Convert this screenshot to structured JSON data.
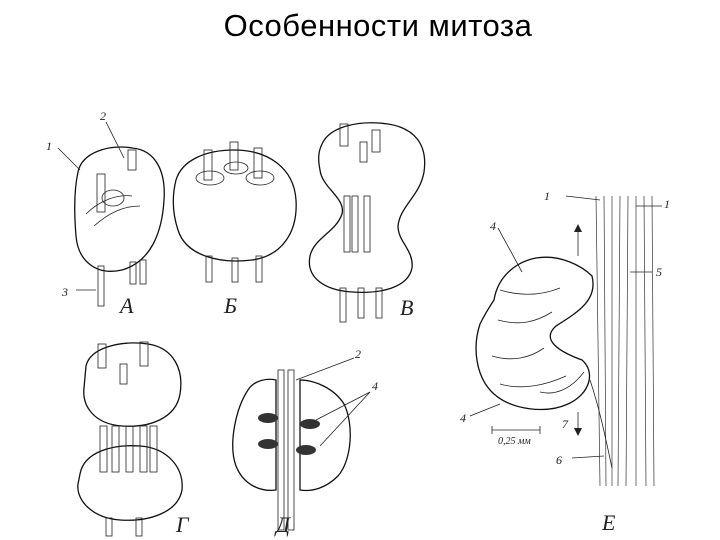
{
  "title": "Особенности митоза",
  "panels": {
    "a": "А",
    "b": "Б",
    "v": "В",
    "g": "Г",
    "d": "Д",
    "e": "Е"
  },
  "numbers": {
    "a_1": "1",
    "a_2": "2",
    "a_3": "3",
    "d_2": "2",
    "d_4": "4",
    "e_1_left": "1",
    "e_1_right": "1",
    "e_4_top": "4",
    "e_4_bottom": "4",
    "e_5": "5",
    "e_6": "6",
    "e_7": "7"
  },
  "scale_bar": "0,25 мм"
}
